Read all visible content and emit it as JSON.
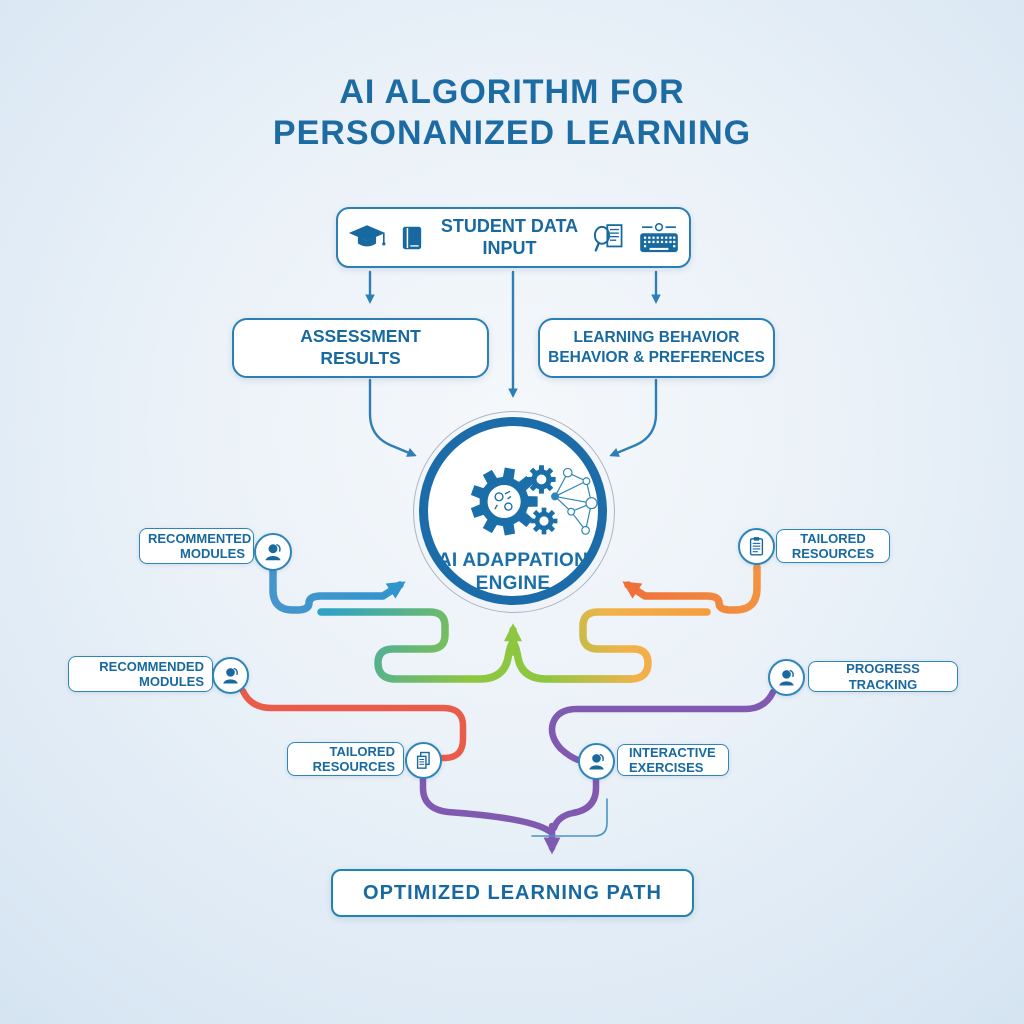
{
  "title": {
    "line1": "AI ALGORITHM FOR",
    "line2": "PERSONANIZED LEARNING"
  },
  "nodes": {
    "student_input": {
      "line1": "STUDENT DATA",
      "line2": "INPUT"
    },
    "assessment": {
      "line1": "ASSESSMENT",
      "line2": "RESULTS"
    },
    "learning_behavior": {
      "line1": "LEARNING BEHAVIOR",
      "line2": "BEHAVIOR & PREFERENCES"
    },
    "engine": {
      "line1": "AI ADAPPATION",
      "line2": "ENGINE"
    },
    "recommended_modules_1": {
      "line1": "RECOMMENTED",
      "line2": "MODULES"
    },
    "recommended_modules_2": {
      "line1": "RECOMMENDED",
      "line2": "MODULES"
    },
    "tailored_resources_right": {
      "line1": "TAILORED",
      "line2": "RESOURCES"
    },
    "progress_tracking": {
      "label": "PROGRESS TRACKING"
    },
    "tailored_resources_bottom": {
      "line1": "TAILORED",
      "line2": "RESOURCES"
    },
    "interactive_exercises": {
      "line1": "INTERACTIVE",
      "line2": "EXERCISES"
    },
    "optimized_path": {
      "label": "OPTIMIZED LEARNING PATH"
    }
  },
  "icons": [
    "graduation-cap-icon",
    "book-icon",
    "magnifier-document-icon",
    "keyboard-icon",
    "gear-cluster-icon",
    "network-icon",
    "person-icon",
    "clipboard-icon",
    "documents-icon"
  ],
  "colors": {
    "connector": "#2e7fb5",
    "blue_start": "#4596cd",
    "blue_arrow": "#2f95cc",
    "teal": "#2fa3c4",
    "green": "#8dc63f",
    "orange": "#f59d3d",
    "orange_arrow": "#f0703c",
    "amber_end": "#9cc544",
    "red": "#e85c49",
    "purple": "#8059b0",
    "thin_blue": "#4a93c5",
    "node_border": "#2e86b8",
    "text_blue": "#17699f",
    "title_blue": "#1c6ba3",
    "engine_ring": "#1b6ca8",
    "background_edge": "#d5e4f2",
    "background_center": "#f4f7fa"
  }
}
